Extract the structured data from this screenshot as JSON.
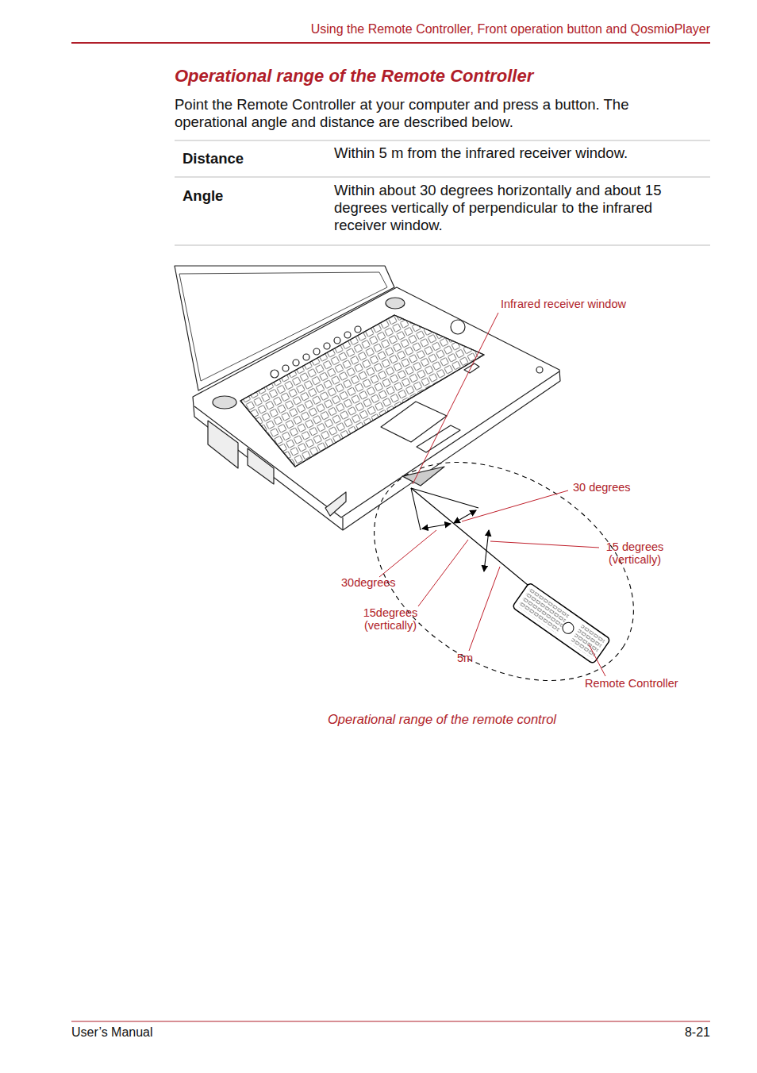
{
  "diagram": {
    "title": "Operational range of the Remote Controller",
    "caption": "Operational range of the remote control",
    "labels": [
      "Using the Remote Controller, Front operation button and QosmioPlayer",
      "Point the Remote Controller at your computer and press a button. The operational angle and distance are described below.",
      "Distance",
      "Within 5 m from the infrared receiver window.",
      "Angle",
      "Within about 30 degrees horizontally and about 15 degrees vertically of perpendicular to the infrared receiver window.",
      "Infrared receiver window",
      "30 degrees",
      "15 degrees (vertically)",
      "30degrees",
      "15degrees (vertically)",
      "5m",
      "Remote Controller",
      "User’s Manual",
      "8-21"
    ]
  }
}
